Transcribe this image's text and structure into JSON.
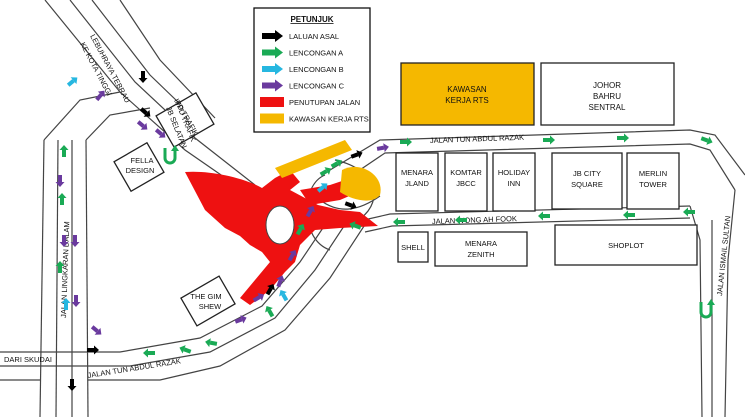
{
  "legend": {
    "title": "PETUNJUK",
    "items": [
      {
        "label": "LALUAN ASAL",
        "color": "#000000",
        "kind": "arrow"
      },
      {
        "label": "LENCONGAN A",
        "color": "#1aaa55",
        "kind": "arrow"
      },
      {
        "label": "LENCONGAN B",
        "color": "#26b7e0",
        "kind": "arrow"
      },
      {
        "label": "LENCONGAN C",
        "color": "#6a3a9e",
        "kind": "arrow"
      },
      {
        "label": "PENUTUPAN JALAN",
        "color": "#ee1111",
        "kind": "box"
      },
      {
        "label": "KAWASAN KERJA RTS",
        "color": "#f5b800",
        "kind": "box"
      }
    ]
  },
  "colors": {
    "closure": "#ee1111",
    "work_area": "#f5b800",
    "route_a": "#1aaa55",
    "route_b": "#26b7e0",
    "route_c": "#6a3a9e",
    "original": "#000000"
  },
  "roads": {
    "abdul_razak_top": "JALAN TUN ABDUL RAZAK",
    "wong_ah_fook": "JALAN WONG AH FOOK",
    "abdul_razak_bottom": "JALAN TUN ABDUL RAZAK",
    "lingkaran_dalam": "JALAN LINGKARAN DALAM",
    "ismail_sultan": "JALAN ISMAIL SULTAN",
    "lebuhraya_1": "LEBUHRAYA TEBRAU",
    "lebuhraya_2": "KE KOTA TINGGI",
    "dari_skudai": "DARI SKUDAI"
  },
  "buildings": {
    "kawasan_rts": [
      "KAWASAN",
      "KERJA RTS"
    ],
    "jb_sentral": [
      "JOHOR",
      "BAHRU",
      "SENTRAL"
    ],
    "ipd": [
      "IPD TRAFIK",
      "JB SELATAN"
    ],
    "fella": [
      "FELLA",
      "DESIGN"
    ],
    "gim_shew": [
      "THE GIM",
      "SHEW"
    ],
    "menara_jland": [
      "MENARA",
      "JLAND"
    ],
    "komtar": [
      "KOMTAR",
      "JBCC"
    ],
    "holiday_inn": [
      "HOLIDAY",
      "INN"
    ],
    "jb_city_square": [
      "JB CITY",
      "SQUARE"
    ],
    "merlin": [
      "MERLIN",
      "TOWER"
    ],
    "shell": "SHELL",
    "menara_zenith": [
      "MENARA",
      "ZENITH"
    ],
    "shoplot": "SHOPLOT"
  }
}
